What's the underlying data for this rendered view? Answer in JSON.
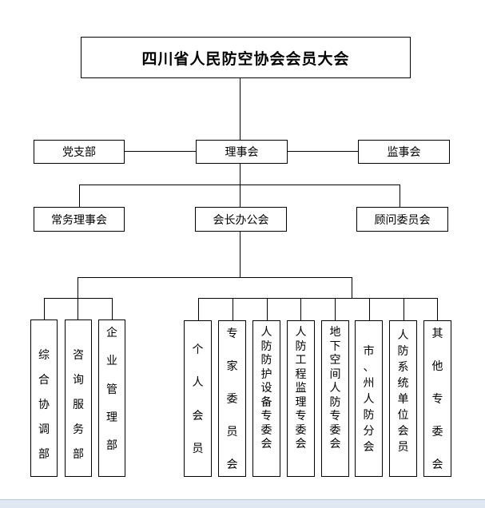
{
  "top": {
    "label": "四川省人民防空协会会员大会"
  },
  "row2": {
    "left": "党支部",
    "center": "理事会",
    "right": "监事会"
  },
  "row3": {
    "left": "常务理事会",
    "center": "会长办公会",
    "right": "顾问委员会"
  },
  "left_group": [
    {
      "chars": [
        "综",
        "合",
        "协",
        "调",
        "部"
      ]
    },
    {
      "chars": [
        "咨",
        "询",
        "服",
        "务",
        "部"
      ]
    },
    {
      "chars": [
        "企",
        "业",
        "管",
        "理",
        "部"
      ]
    }
  ],
  "right_group": [
    {
      "chars": [
        "个",
        "人",
        "会",
        "员"
      ]
    },
    {
      "chars": [
        "专",
        "家",
        "委",
        "员",
        "会"
      ]
    },
    {
      "chars": [
        "人",
        "防",
        "防",
        "护",
        "设",
        "备",
        "专",
        "委",
        "会"
      ]
    },
    {
      "chars": [
        "人",
        "防",
        "工",
        "程",
        "监",
        "理",
        "专",
        "委",
        "会"
      ]
    },
    {
      "chars": [
        "地",
        "下",
        "空",
        "间",
        "人",
        "防",
        "专",
        "委",
        "会"
      ]
    },
    {
      "chars": [
        "市",
        "、",
        "州",
        "人",
        "防",
        "分",
        "会"
      ]
    },
    {
      "chars": [
        "人",
        "防",
        "系",
        "统",
        "单",
        "位",
        "会",
        "员"
      ]
    },
    {
      "chars": [
        "其",
        "他",
        "专",
        "委",
        "会"
      ]
    }
  ]
}
